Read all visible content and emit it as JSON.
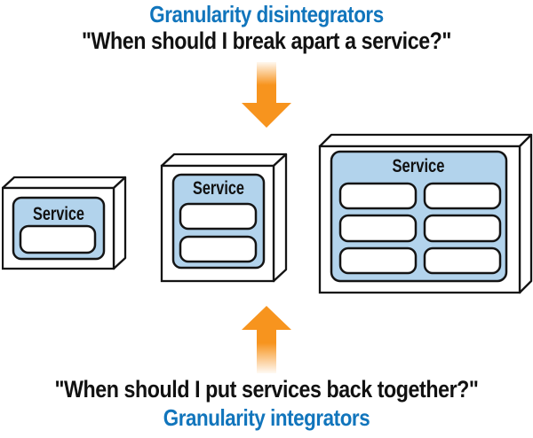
{
  "top": {
    "title": "Granularity disintegrators",
    "question": "\"When should I break apart a service?\""
  },
  "bottom": {
    "question": "\"When should I put services back together?\"",
    "title": "Granularity integrators"
  },
  "boxes": [
    {
      "label": "Service",
      "modules": 1,
      "size": "small"
    },
    {
      "label": "Service",
      "modules": 2,
      "size": "medium"
    },
    {
      "label": "Service",
      "modules": 6,
      "size": "large"
    }
  ],
  "icons": [
    "down-arrow-icon",
    "up-arrow-icon"
  ],
  "colors": {
    "accent_blue": "#1175BC",
    "text_black": "#111111",
    "panel_blue": "#B2D3EC",
    "arrow_orange": "#F7941E",
    "box_fill": "#FFFFFF",
    "outline": "#141414"
  }
}
